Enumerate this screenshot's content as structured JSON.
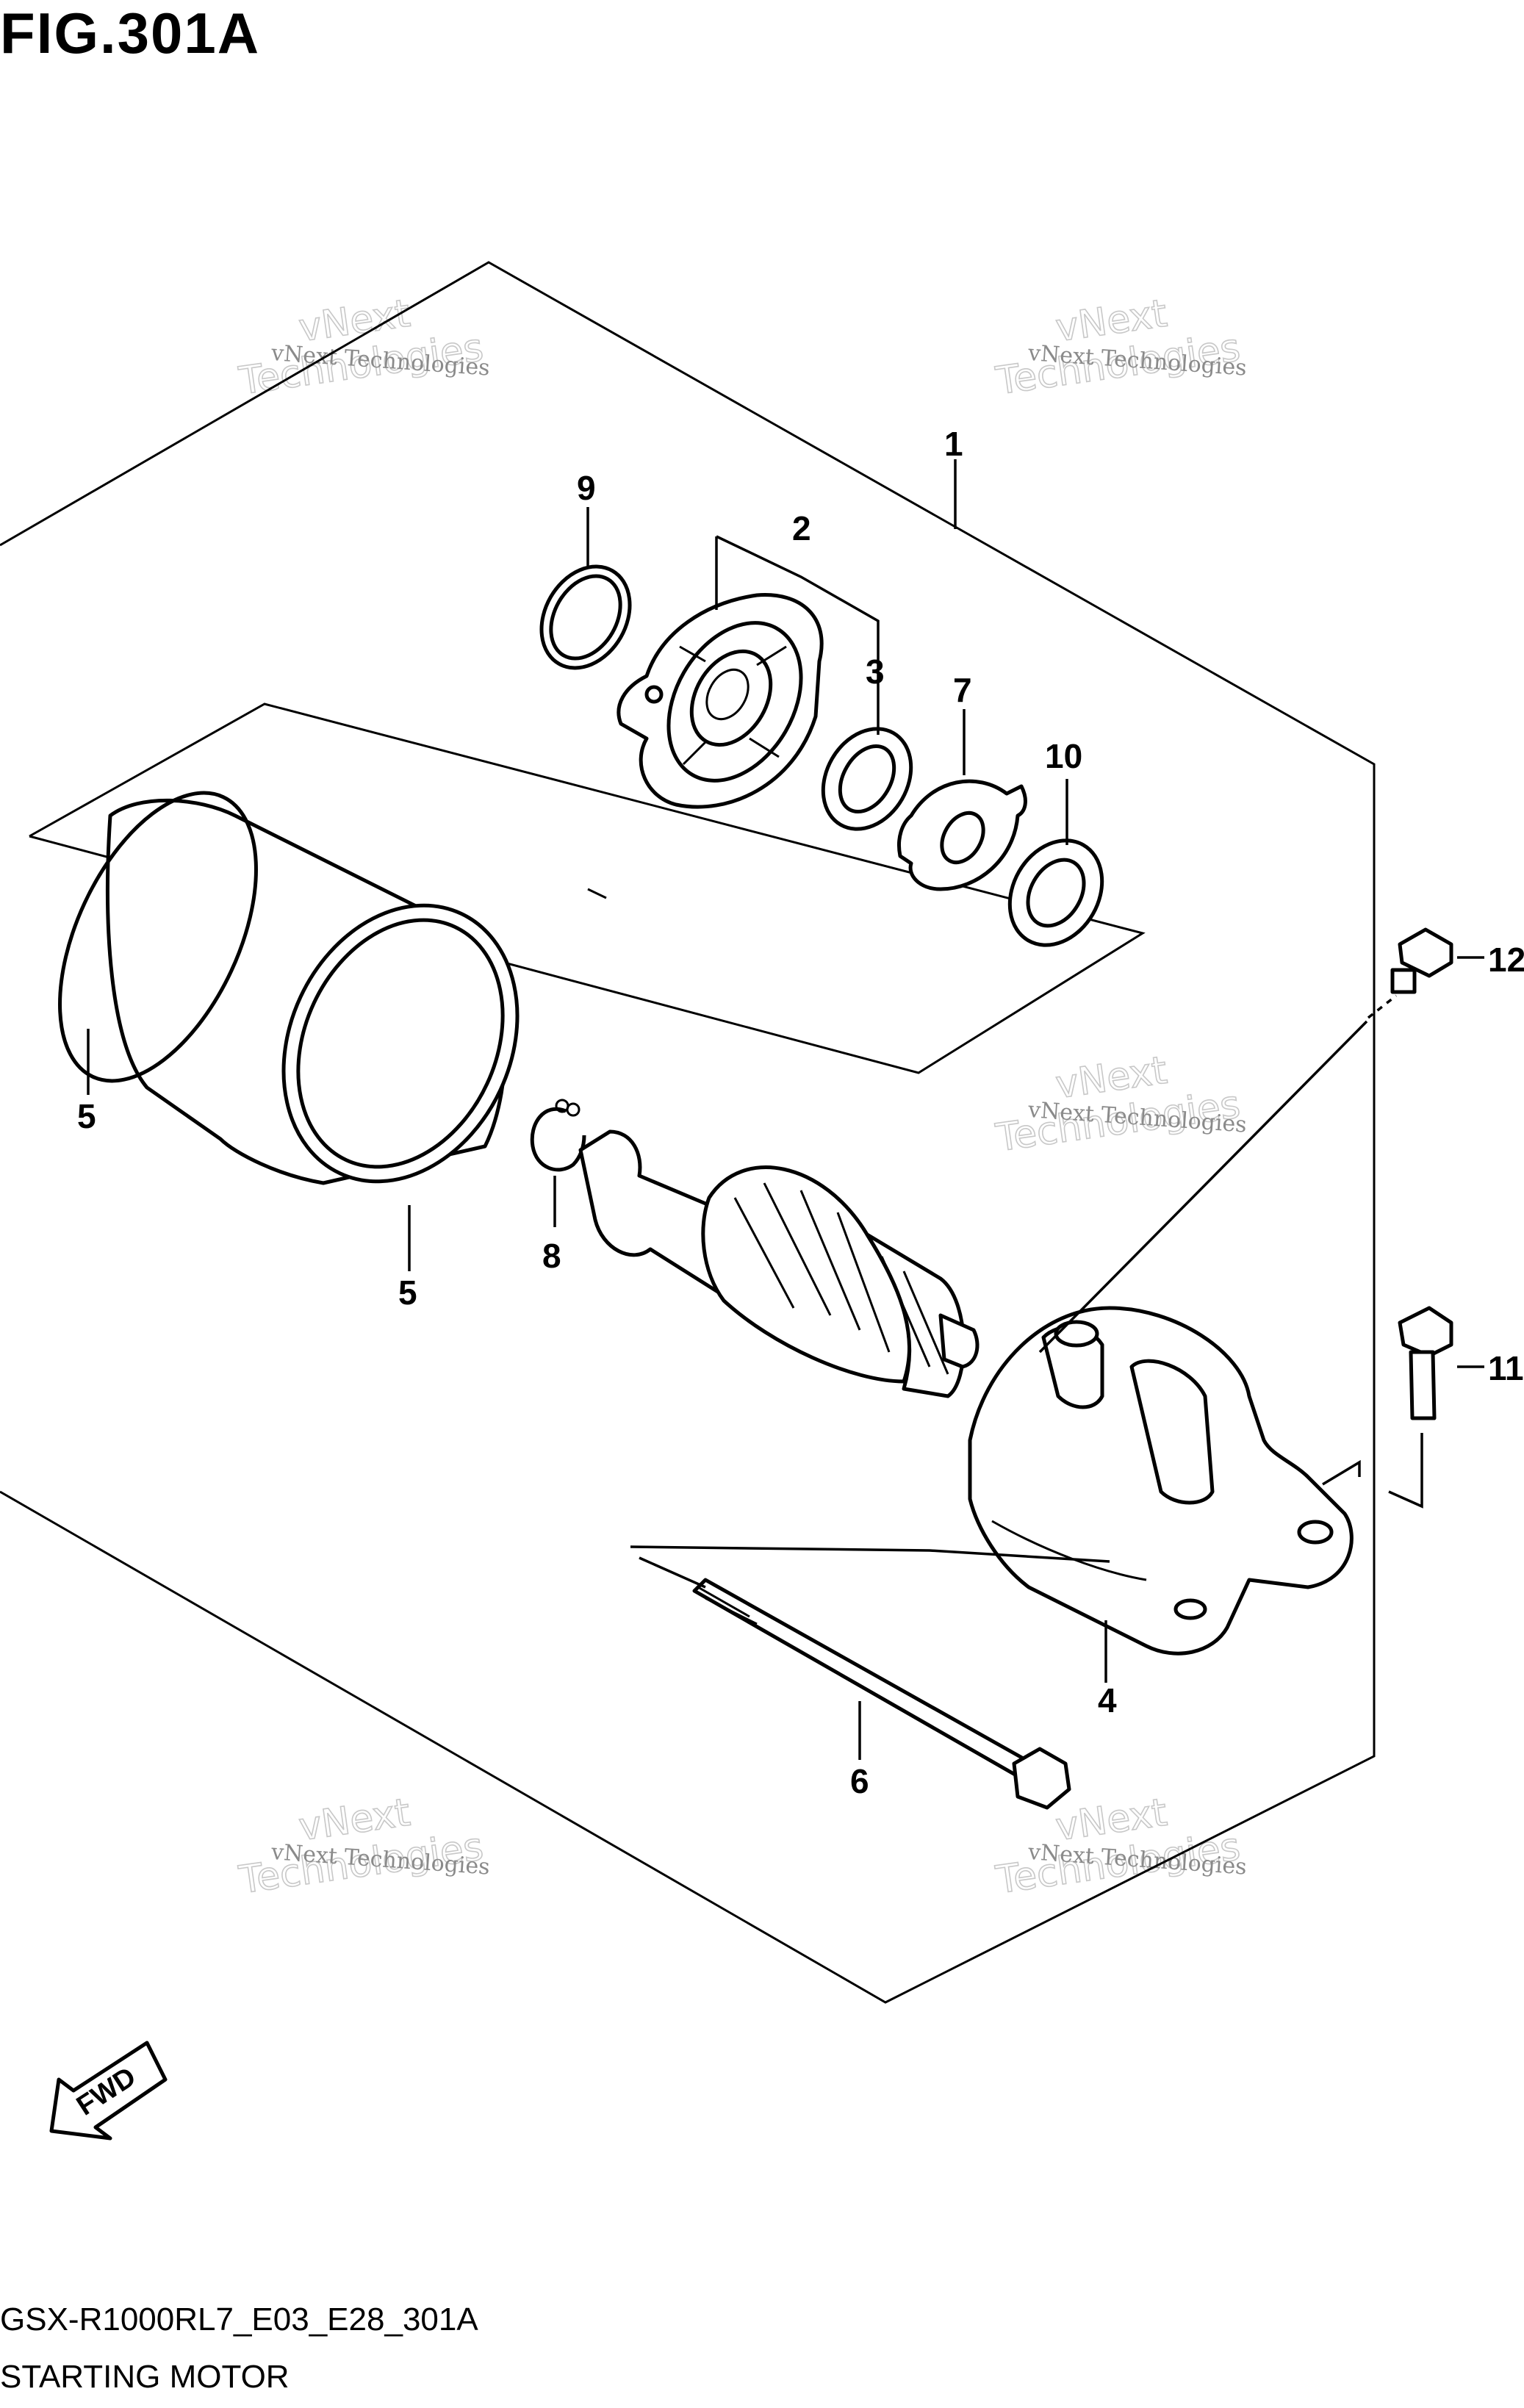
{
  "figure": {
    "title": "FIG.301A",
    "code": "GSX-R1000RL7_E03_E28_301A",
    "name": "STARTING MOTOR"
  },
  "parts": [
    {
      "id": "label-1",
      "number": "1"
    },
    {
      "id": "label-2",
      "number": "2"
    },
    {
      "id": "label-3",
      "number": "3"
    },
    {
      "id": "label-4",
      "number": "4"
    },
    {
      "id": "label-5a",
      "number": "5"
    },
    {
      "id": "label-5b",
      "number": "5"
    },
    {
      "id": "label-6",
      "number": "6"
    },
    {
      "id": "label-7",
      "number": "7"
    },
    {
      "id": "label-8",
      "number": "8"
    },
    {
      "id": "label-9",
      "number": "9"
    },
    {
      "id": "label-10",
      "number": "10"
    },
    {
      "id": "label-11",
      "number": "11"
    },
    {
      "id": "label-12",
      "number": "12"
    }
  ],
  "watermark": {
    "line1": "vNext Technologies",
    "line2a": "vNext",
    "line2b": "Technologies"
  },
  "fwd_arrow": {
    "text": "FWD"
  }
}
